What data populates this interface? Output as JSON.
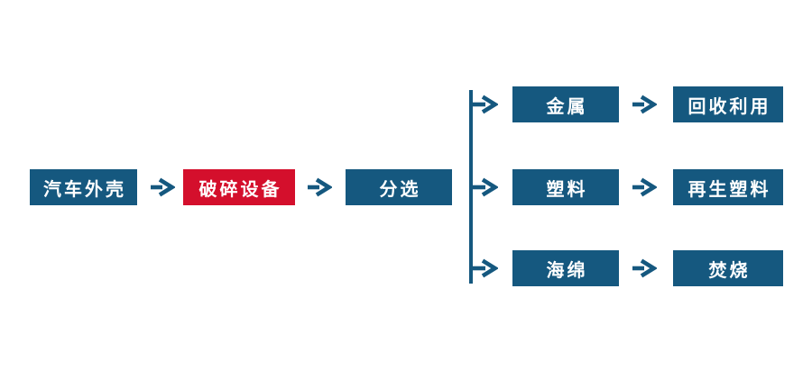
{
  "colors": {
    "node_blue": "#15587F",
    "node_red": "#D40F2C",
    "arrow_blue": "#15587F",
    "text_white": "#FFFFFF",
    "background": "#FFFFFF"
  },
  "icons": {
    "arrow": "right-arrow-icon",
    "arrow_glyph": "→"
  },
  "flow": {
    "main_nodes": [
      {
        "label": "汽车外壳",
        "color": "blue"
      },
      {
        "label": "破碎设备",
        "color": "red"
      },
      {
        "label": "分选",
        "color": "blue"
      }
    ],
    "branches": [
      {
        "source": "金属",
        "result": "回收利用"
      },
      {
        "source": "塑料",
        "result": "再生塑料"
      },
      {
        "source": "海绵",
        "result": "焚烧"
      }
    ]
  }
}
